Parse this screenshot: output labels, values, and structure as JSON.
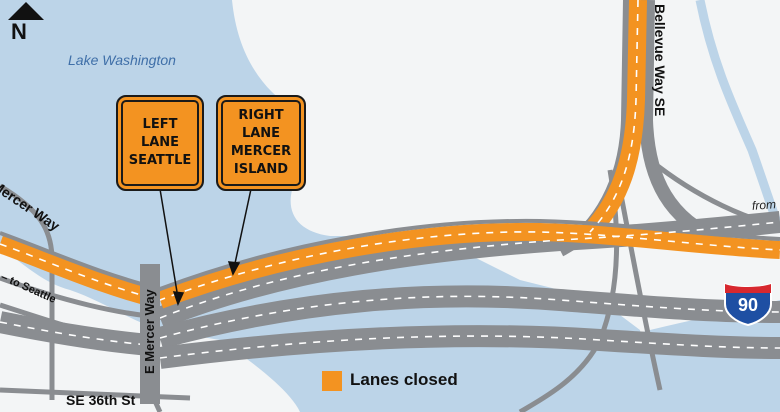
{
  "colors": {
    "water": "#bcd4e8",
    "land": "#f3f5f6",
    "road": "#8a8d91",
    "road_dash": "#ffffff",
    "closed_lane": "#f39321",
    "interstate_blue": "#1e4fa3",
    "interstate_red": "#d7282f"
  },
  "compass": {
    "letter": "N",
    "icon": "north-arrow-icon"
  },
  "labels": {
    "lake": "Lake Washington",
    "mercer_way": "Mercer Way",
    "to_seattle": "– to Seattle",
    "bellevue_way": "Bellevue Way SE",
    "e_mercer_way": "E Mercer Way",
    "se_36th": "SE 36th St",
    "from": "from"
  },
  "signs": {
    "left": "LEFT\nLANE\nSEATTLE",
    "right": "RIGHT\nLANE\nMERCER\nISLAND"
  },
  "legend": {
    "label": "Lanes closed"
  },
  "interstate": {
    "number": "90",
    "icon": "interstate-shield-icon"
  }
}
